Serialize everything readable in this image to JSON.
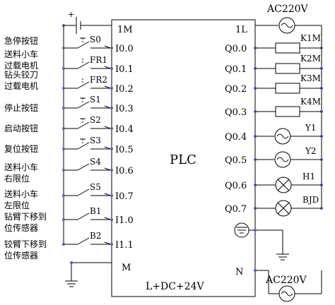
{
  "plc": {
    "name": "PLC",
    "power_label": "L+DC+24V",
    "common_in": "1M",
    "common_out": "1L",
    "m_terminal": "M",
    "n_terminal": "N"
  },
  "ac_top": "AC220V",
  "ac_bottom": "AC220V",
  "inputs": [
    {
      "label": "急停按钮",
      "switch": "S0",
      "terminal": "I0.0"
    },
    {
      "label": "送料小车\n过载电机",
      "switch": "FR1",
      "terminal": "I0.1"
    },
    {
      "label": "钻头铰刀\n过载电机",
      "switch": "FR2",
      "terminal": "I0.2"
    },
    {
      "label": "停止按钮",
      "switch": "S1",
      "terminal": "I0.3"
    },
    {
      "label": "启动按钮",
      "switch": "S2",
      "terminal": "I0.4"
    },
    {
      "label": "复位按钮",
      "switch": "S3",
      "terminal": "I0.5"
    },
    {
      "label": "送料小车\n右限位",
      "switch": "S4",
      "terminal": "I0.6"
    },
    {
      "label": "送料小车\n左限位",
      "switch": "S5",
      "terminal": "I0.7"
    },
    {
      "label": "钻臂下移到\n位传感器",
      "switch": "B1",
      "terminal": "I1.0"
    },
    {
      "label": "铰臂下移到\n位传感器",
      "switch": "B2",
      "terminal": "I1.1"
    }
  ],
  "outputs": [
    {
      "terminal": "Q0.0",
      "load": "K1M",
      "kind": "coil"
    },
    {
      "terminal": "Q0.1",
      "load": "K2M",
      "kind": "coil"
    },
    {
      "terminal": "Q0.2",
      "load": "K3M",
      "kind": "coil"
    },
    {
      "terminal": "Q0.3",
      "load": "K4M",
      "kind": "coil"
    },
    {
      "terminal": "Q0.4",
      "load": "Y1",
      "kind": "valve"
    },
    {
      "terminal": "Q0.5",
      "load": "Y2",
      "kind": "valve"
    },
    {
      "terminal": "Q0.6",
      "load": "H1",
      "kind": "lamp"
    },
    {
      "terminal": "Q0.7",
      "load": "BJD",
      "kind": "lamp"
    }
  ]
}
